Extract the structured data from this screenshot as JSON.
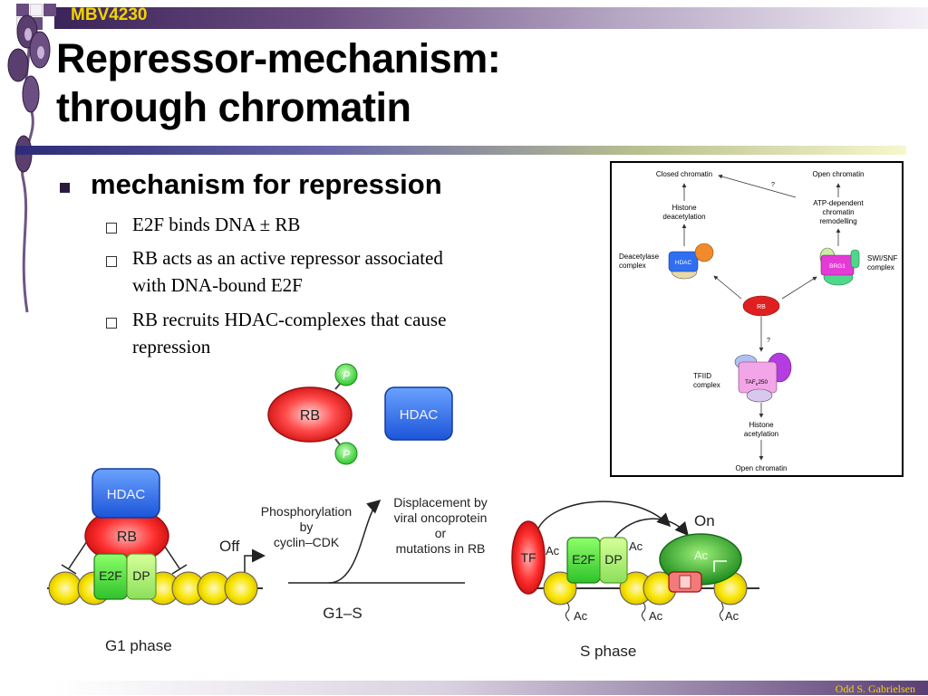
{
  "header": {
    "course_code": "MBV4230"
  },
  "title": {
    "line1": "Repressor-mechanism:",
    "line2": "through chromatin"
  },
  "content": {
    "heading": "mechanism for repression",
    "items": [
      {
        "text": "E2F binds DNA ± RB"
      },
      {
        "line1": "RB acts as an active repressor associated",
        "line2": "with DNA-bound E2F"
      },
      {
        "line1": "RB recruits HDAC-complexes that cause",
        "line2": "repression"
      }
    ]
  },
  "middle_figure": {
    "rb": "RB",
    "p": "P",
    "hdac": "HDAC"
  },
  "right_diagram": {
    "closed_chromatin": "Closed chromatin",
    "open_chromatin_top": "Open chromatin",
    "question1": "?",
    "question2": "?",
    "atp_dependent": [
      "ATP-dependent",
      "chromatin",
      "remodelling"
    ],
    "histone_deacetylation": [
      "Histone",
      "deacetylation"
    ],
    "deacetylase_complex": [
      "Deacetylase",
      "complex"
    ],
    "hdac": "HDAC",
    "brg1": "BRG1",
    "swi_snf": [
      "SWI/SNF",
      "complex"
    ],
    "rb": "RB",
    "tfiid_complex": [
      "TFIID",
      "complex"
    ],
    "taf": "TAF",
    "taf_sub": "II",
    "taf_num": "250",
    "histone_acetylation": [
      "Histone",
      "acetylation"
    ],
    "open_chromatin_bottom": "Open chromatin"
  },
  "bottom_figure": {
    "hdac": "HDAC",
    "rb": "RB",
    "e2f": "E2F",
    "dp": "DP",
    "off": "Off",
    "g1_phase": "G1 phase",
    "phosphorylation": [
      "Phosphorylation",
      "by",
      "cyclin–CDK"
    ],
    "displacement": [
      "Displacement by",
      "viral oncoprotein",
      "or",
      "mutations in RB"
    ],
    "g1_s": "G1–S",
    "tf": "TF",
    "ac": "Ac",
    "on": "On",
    "s_phase": "S phase"
  },
  "footer": {
    "author": "Odd S. Gabrielsen"
  },
  "colors": {
    "title_bar": "#3b2459",
    "course_code": "#f2d400",
    "red": "#e02020",
    "blue": "#2f6ff0",
    "green": "#4fd83a",
    "yellow": "#f7e500"
  }
}
